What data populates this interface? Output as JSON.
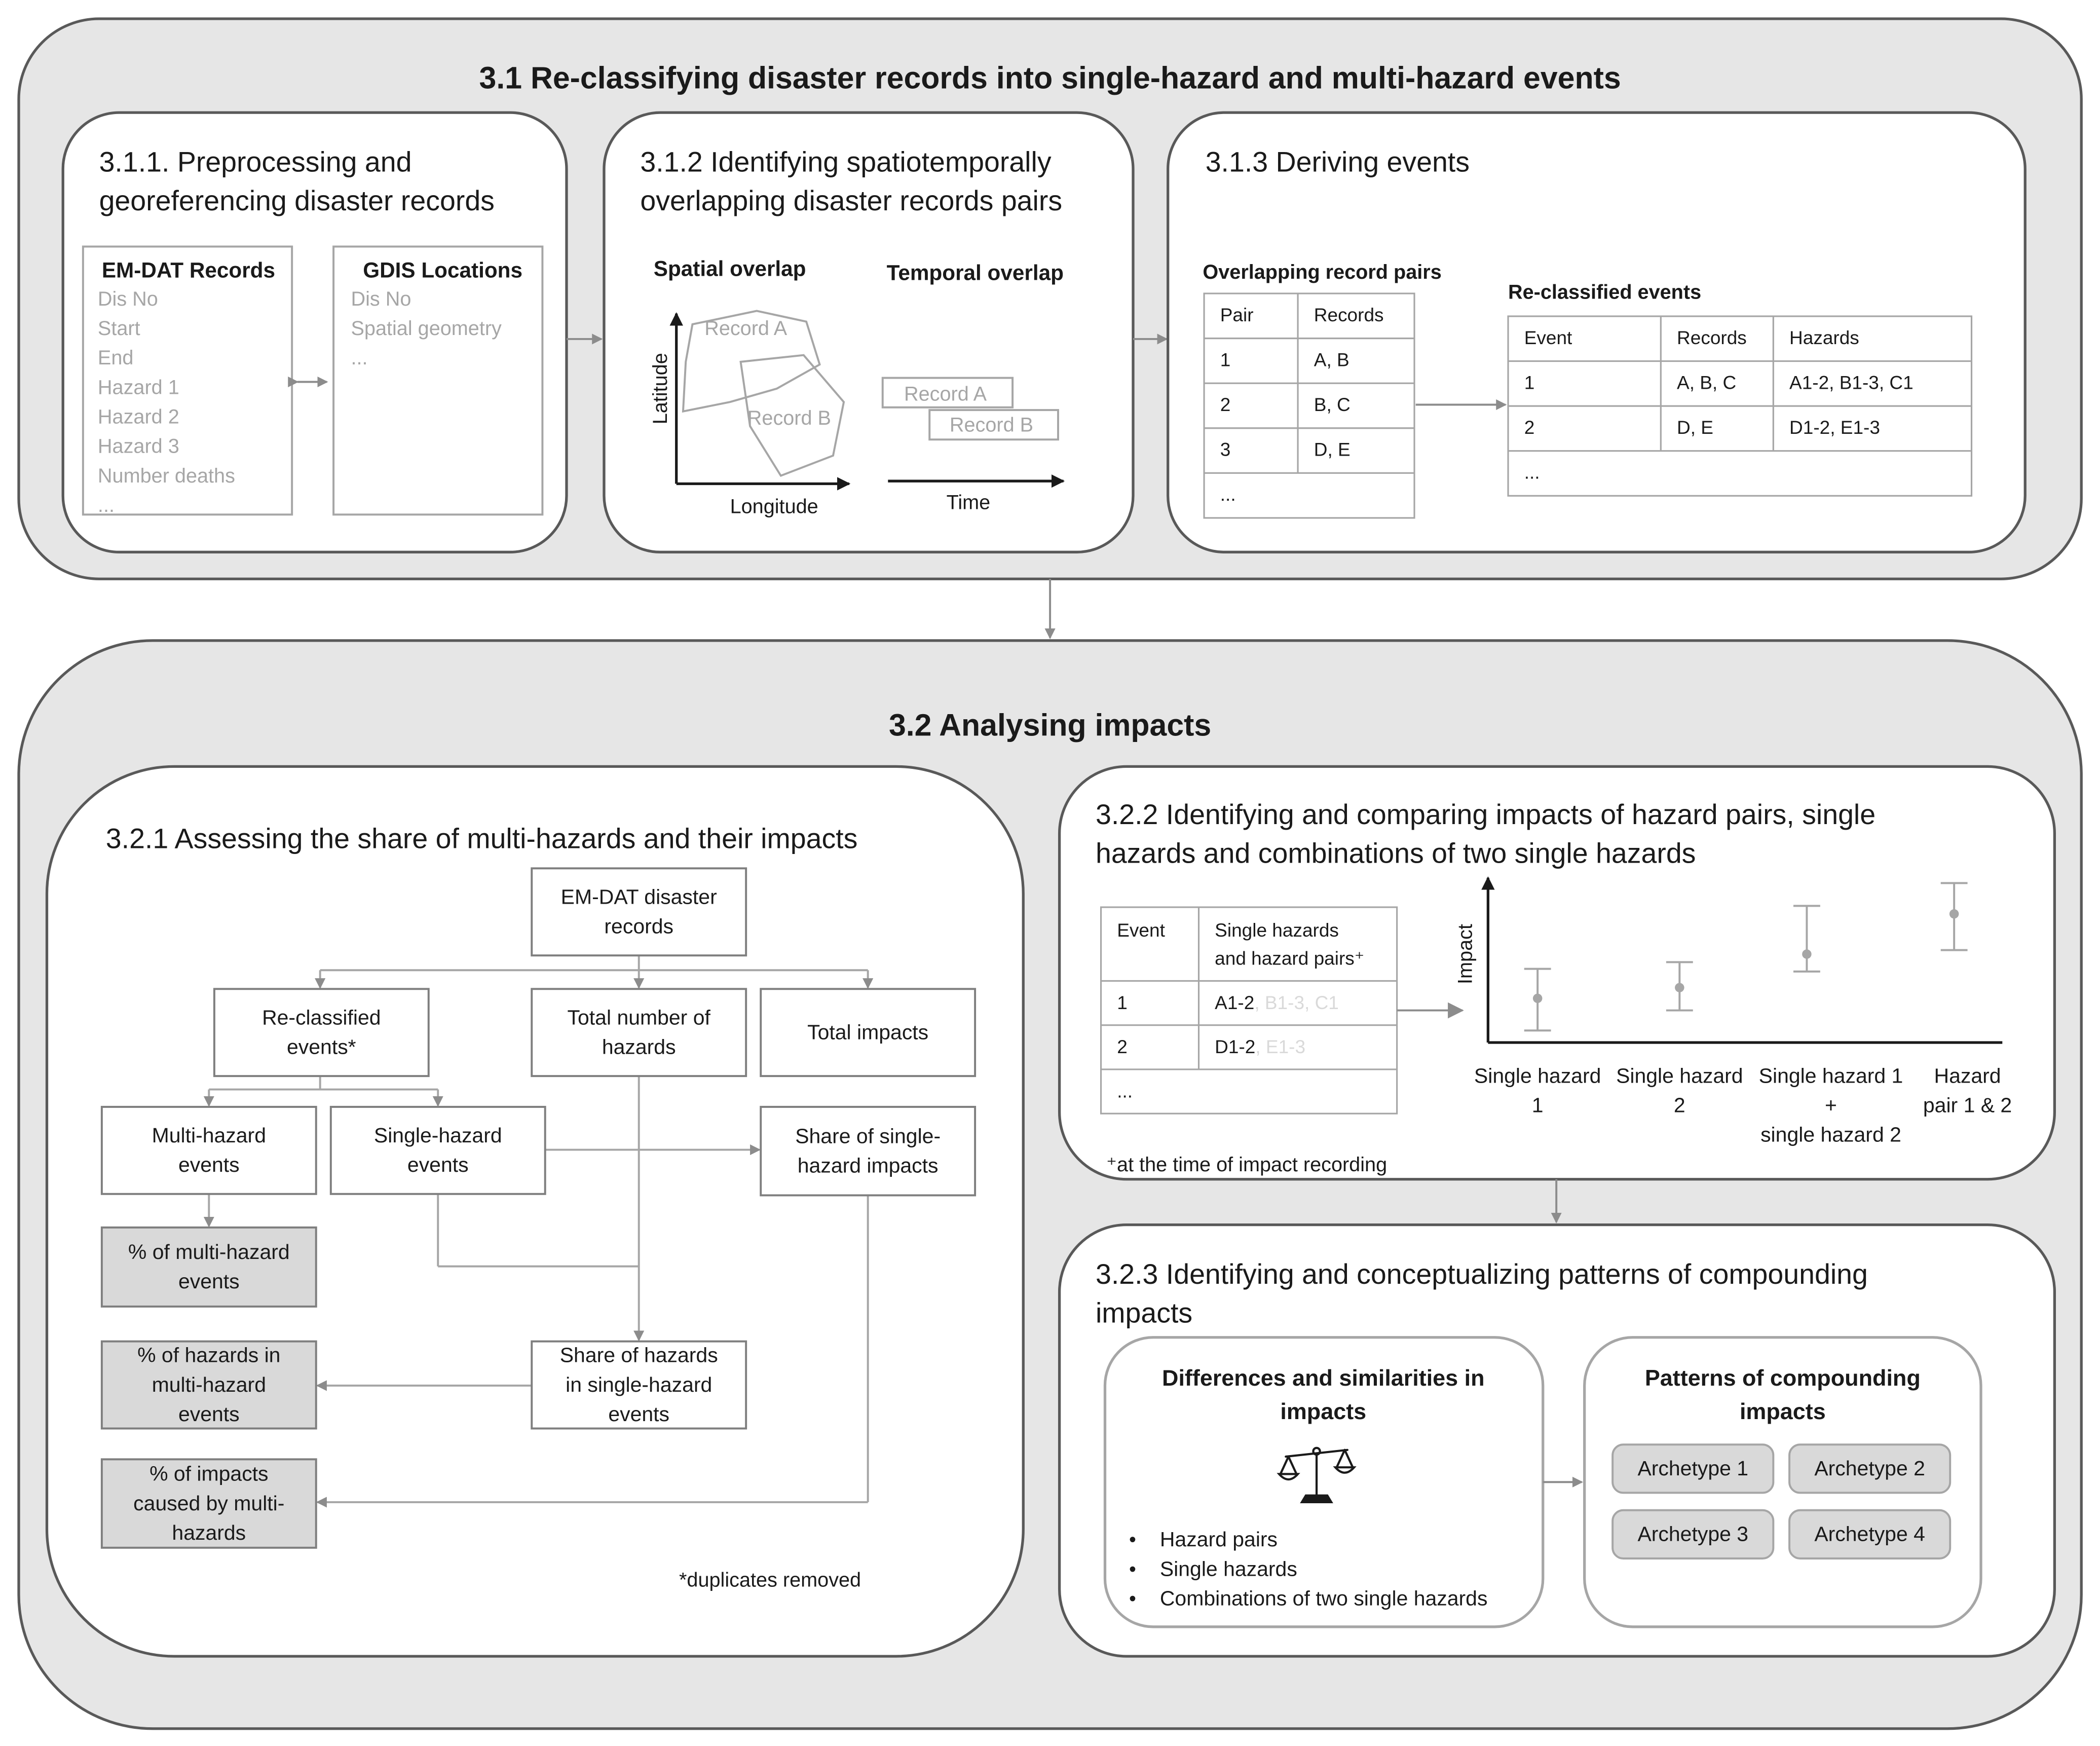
{
  "section_31": {
    "title": "3.1 Re-classifying disaster records into single-hazard and multi-hazard events",
    "sub1": {
      "title_lines": [
        "3.1.1. Preprocessing and",
        "georeferencing disaster records"
      ],
      "emdat": {
        "title": "EM-DAT Records",
        "fields": [
          "Dis No",
          "Start",
          "End",
          "Hazard 1",
          "Hazard 2",
          "Hazard 3",
          "Number deaths",
          "..."
        ]
      },
      "gdis": {
        "title": "GDIS Locations",
        "fields": [
          "Dis No",
          "Spatial geometry",
          "..."
        ]
      }
    },
    "sub2": {
      "title_lines": [
        "3.1.2 Identifying spatiotemporally",
        "overlapping disaster records pairs"
      ],
      "spatial_label": "Spatial overlap",
      "temporal_label": "Temporal overlap",
      "record_a": "Record A",
      "record_b": "Record B",
      "y_axis": "Latitude",
      "x_axis": "Longitude",
      "time_axis": "Time"
    },
    "sub3": {
      "title": "3.1.3 Deriving events",
      "pairs_label": "Overlapping record pairs",
      "pairs_header": [
        "Pair",
        "Records"
      ],
      "pairs_rows": [
        [
          "1",
          "A, B"
        ],
        [
          "2",
          "B, C"
        ],
        [
          "3",
          "D, E"
        ],
        [
          "...",
          ""
        ]
      ],
      "events_label": "Re-classified events",
      "events_header": [
        "Event",
        "Records",
        "Hazards"
      ],
      "events_rows": [
        [
          "1",
          "A, B, C",
          "A1-2, B1-3, C1"
        ],
        [
          "2",
          "D, E",
          "D1-2, E1-3"
        ],
        [
          "...",
          "",
          ""
        ]
      ]
    }
  },
  "section_32": {
    "title": "3.2 Analysing impacts",
    "sub1": {
      "title": "3.2.1 Assessing the share of multi-hazards and their impacts",
      "nodes": {
        "emdat": [
          "EM-DAT disaster",
          "records"
        ],
        "reclassified": [
          "Re-classified",
          "events*"
        ],
        "total_hazards": [
          "Total number of",
          "hazards"
        ],
        "total_impacts": [
          "Total impacts"
        ],
        "multi_events": [
          "Multi-hazard",
          "events"
        ],
        "single_events": [
          "Single-hazard",
          "events"
        ],
        "share_single_impacts": [
          "Share of single-",
          "hazard impacts"
        ],
        "pct_multi_events": [
          "% of multi-hazard",
          "events"
        ],
        "pct_hazards_multi": [
          "% of hazards in",
          "multi-hazard",
          "events"
        ],
        "share_hazards_single": [
          "Share of hazards",
          "in single-hazard",
          "events"
        ],
        "pct_impacts_multi": [
          "% of impacts",
          "caused by multi-",
          "hazards"
        ]
      },
      "footnote": "*duplicates removed"
    },
    "sub2": {
      "title_lines": [
        "3.2.2 Identifying and comparing impacts of hazard pairs, single",
        "hazards and combinations of two single hazards"
      ],
      "table_header": [
        "Event",
        "Single hazards",
        "and hazard pairs⁺"
      ],
      "table_rows": [
        {
          "event": "1",
          "dark": "A1-2",
          "light": ", B1-3, C1"
        },
        {
          "event": "2",
          "dark": "D1-2",
          "light": ", E1-3"
        },
        {
          "event": "...",
          "dark": "",
          "light": ""
        }
      ],
      "y_axis": "Impact",
      "categories": [
        [
          "Single hazard",
          "1"
        ],
        [
          "Single hazard",
          "2"
        ],
        [
          "Single hazard 1",
          "+",
          "single hazard 2"
        ],
        [
          "Hazard",
          "pair 1 & 2"
        ]
      ],
      "footnote": "⁺at the time of impact recording"
    },
    "sub3": {
      "title_lines": [
        "3.2.3 Identifying and conceptualizing patterns of compounding",
        "impacts"
      ],
      "left_title": [
        "Differences and similarities in",
        "impacts"
      ],
      "bullets": [
        "Hazard pairs",
        "Single hazards",
        "Combinations of  two single hazards"
      ],
      "right_title": [
        "Patterns of compounding",
        "impacts"
      ],
      "archetypes": [
        "Archetype 1",
        "Archetype 2",
        "Archetype 3",
        "Archetype 4"
      ]
    }
  },
  "colors": {
    "panel_fill": "#e6e6e6",
    "panel_stroke": "#595959",
    "text_dark": "#1a1a1a",
    "text_grey": "#a6a6a6",
    "text_faint": "#d9d9d9",
    "line_grey": "#8c8c8c",
    "box_fill_grey": "#d9d9d9"
  },
  "icons": [
    "balance-scale-icon"
  ]
}
